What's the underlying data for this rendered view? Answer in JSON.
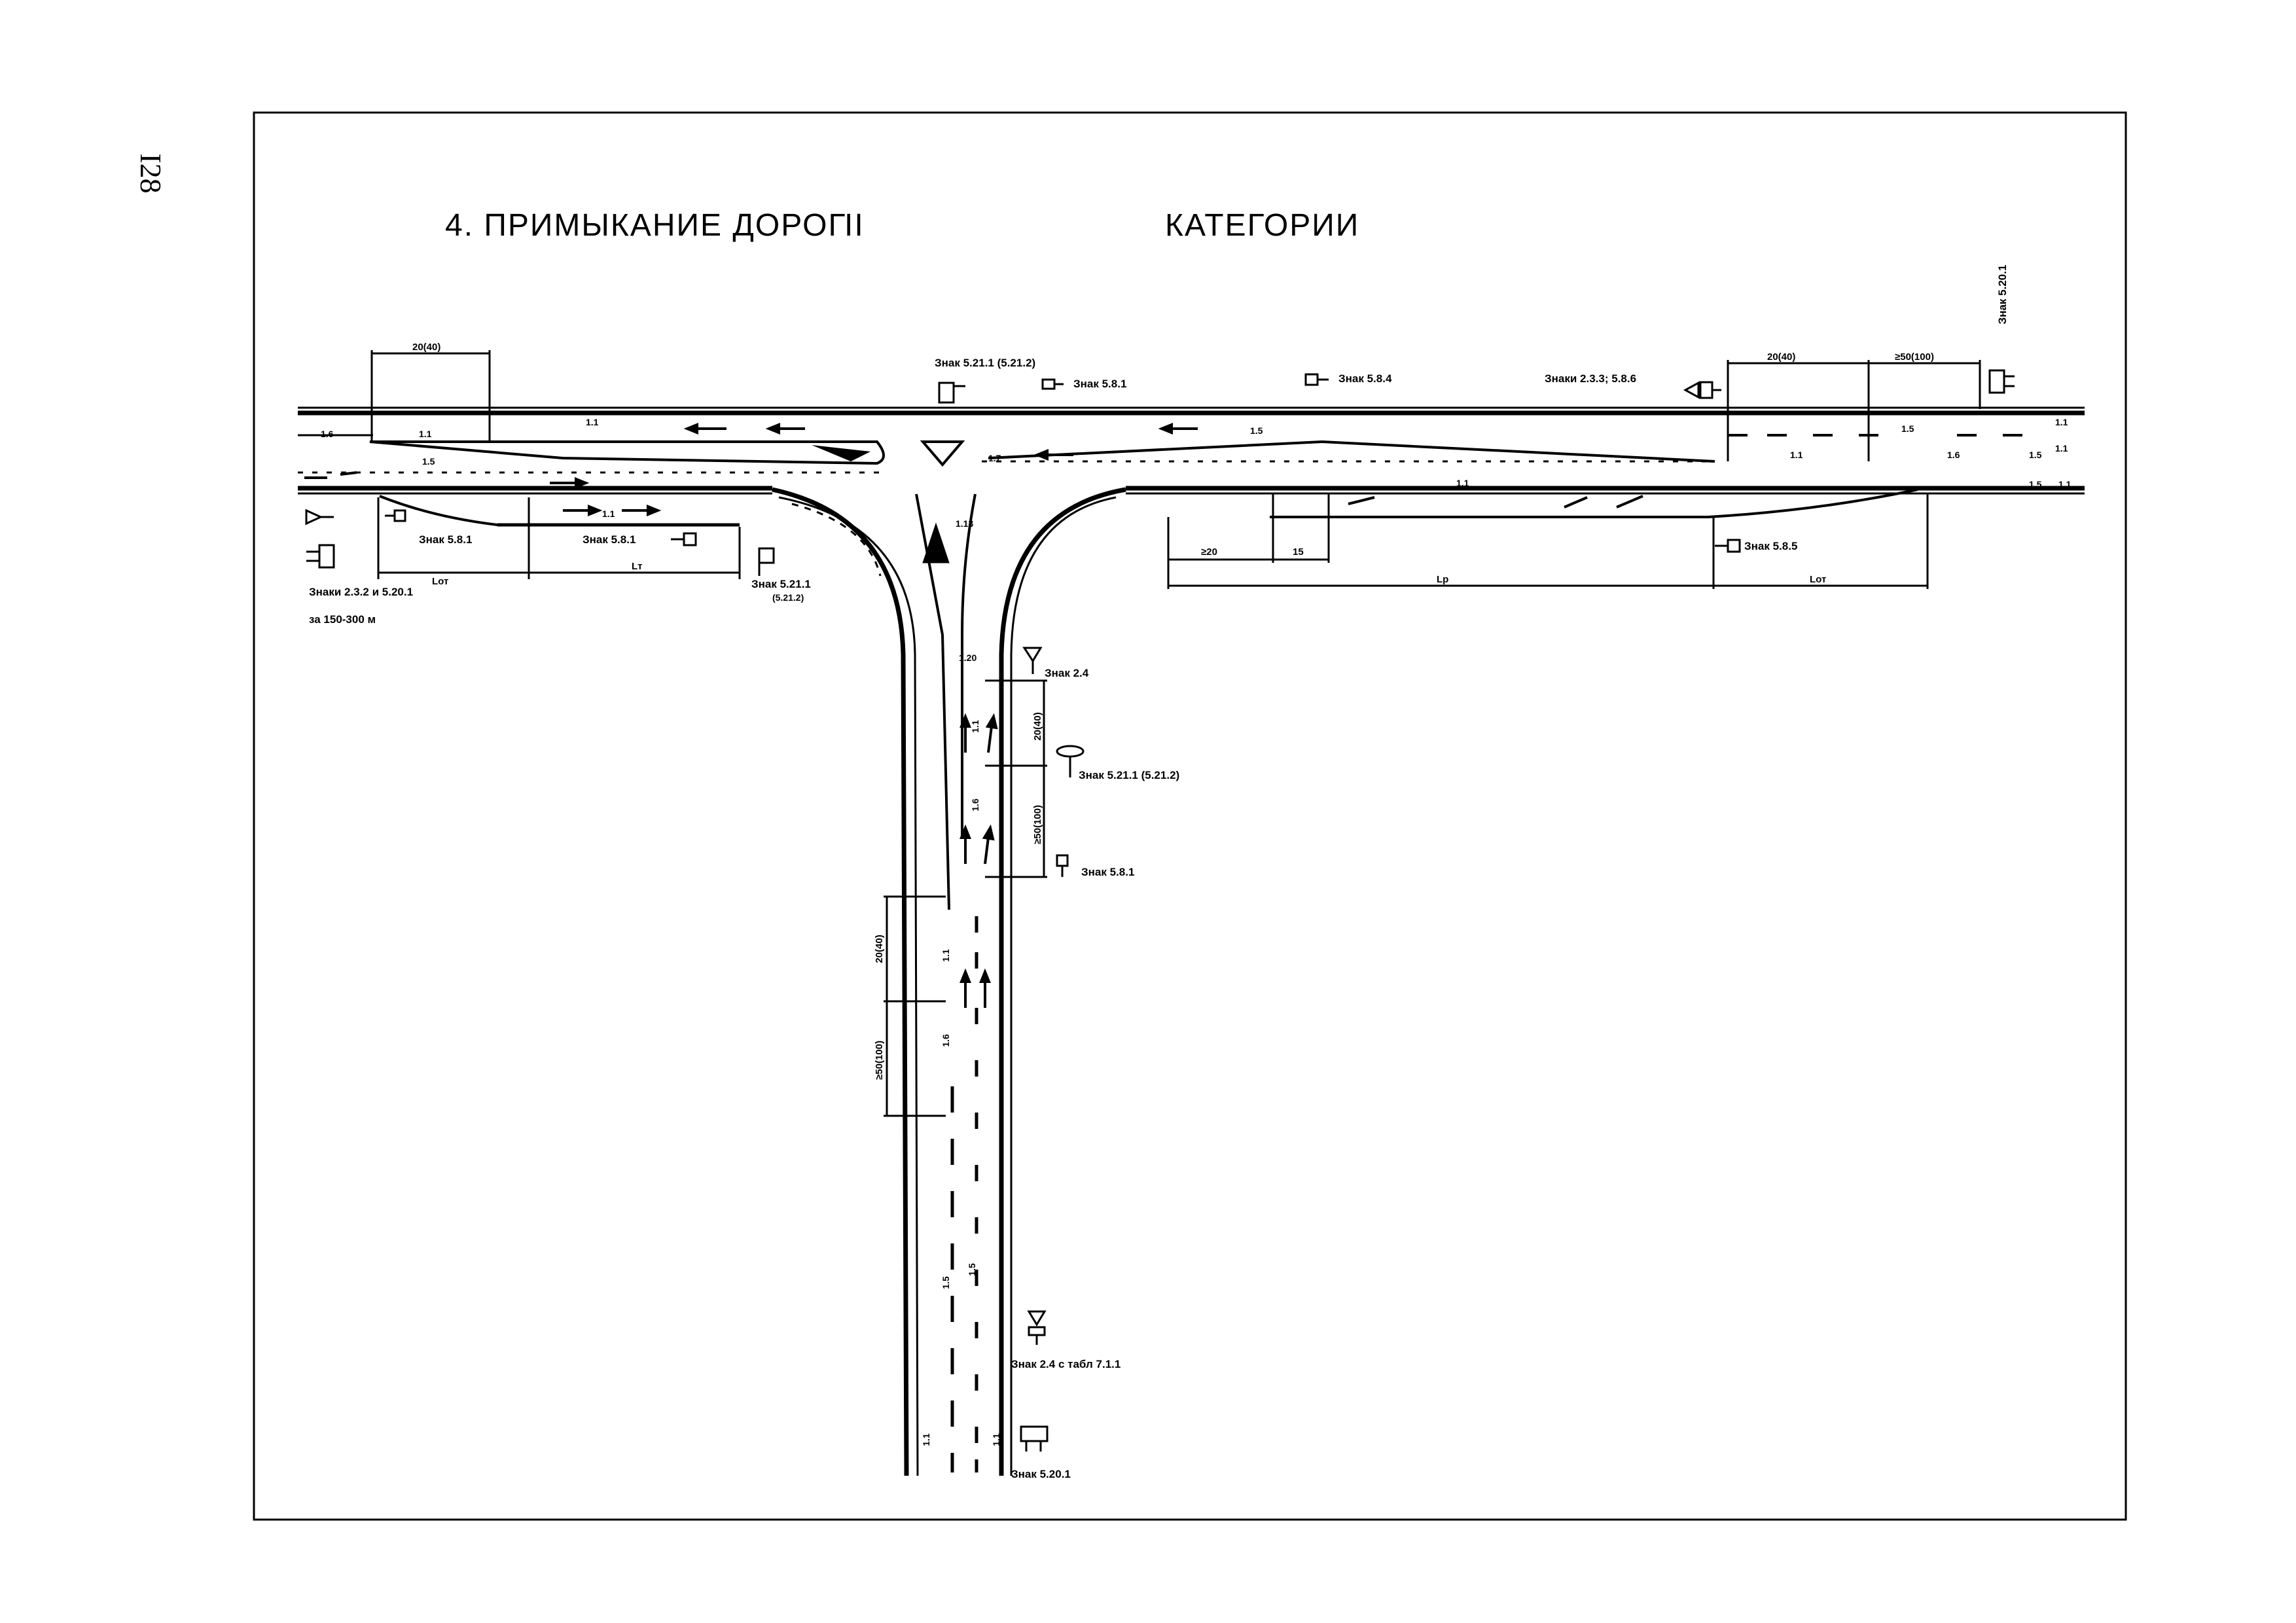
{
  "page_number": "I28",
  "title": {
    "prefix": "4. ПРИМЫКАНИЕ   ДОРОГ",
    "category": "II",
    "suffix": "КАТЕГОРИИ"
  },
  "dimensions": {
    "top_left": "20(40)",
    "top_right_a": "20(40)",
    "top_right_b": "≥50(100)",
    "right_lower_a": "≥20",
    "right_lower_b": "15",
    "minor_a": "20(40)",
    "minor_b": "≥50(100)",
    "minor_c": "20(40)",
    "minor_d": "≥50(100)",
    "lot_left": "Lот",
    "lt": "Lт",
    "lp": "Lр",
    "lot_right": "Lот"
  },
  "signs": {
    "s1": "Знак 5.21.1 (5.21.2)",
    "s2": "Знак 5.8.1",
    "s3": "Знак 5.8.4",
    "s4": "Знаки 2.3.3; 5.8.6",
    "s5": "Знак 5.20.1",
    "s6": "Знак 5.8.1",
    "s7": "Знак 5.8.1",
    "s8": "Знак 5.21.1",
    "s8b": "(5.21.2)",
    "s9": "Знаки 2.3.2 и 5.20.1",
    "s9b": "за 150-300 м",
    "s10": "Знак 5.8.5",
    "s11": "Знак 2.4",
    "s12": "Знак 5.21.1 (5.21.2)",
    "s13": "Знак 5.8.1",
    "s14": "Знак 2.4 с табл 7.1.1",
    "s15": "Знак 5.20.1"
  },
  "markings": {
    "m1": "1.1",
    "m2": "1.6",
    "m3": "1.5",
    "m4": "1.1",
    "m5": "1.5",
    "m6": "1.7",
    "m7": "1.1",
    "m8": "1.1",
    "m9": "1.5",
    "m10": "1.6",
    "m11": "1.5",
    "m12": "1.1",
    "m13": "1.1",
    "m14": "1.13",
    "m15": "1.20",
    "m16": "1.1",
    "m17": "1.6",
    "m18": "1.1",
    "m19": "1.6",
    "m20": "1.5",
    "m21": "1.5",
    "m22": "1.1",
    "m23": "1.1",
    "m24": "1.1",
    "m25": "1.1",
    "m26": "1.5"
  }
}
